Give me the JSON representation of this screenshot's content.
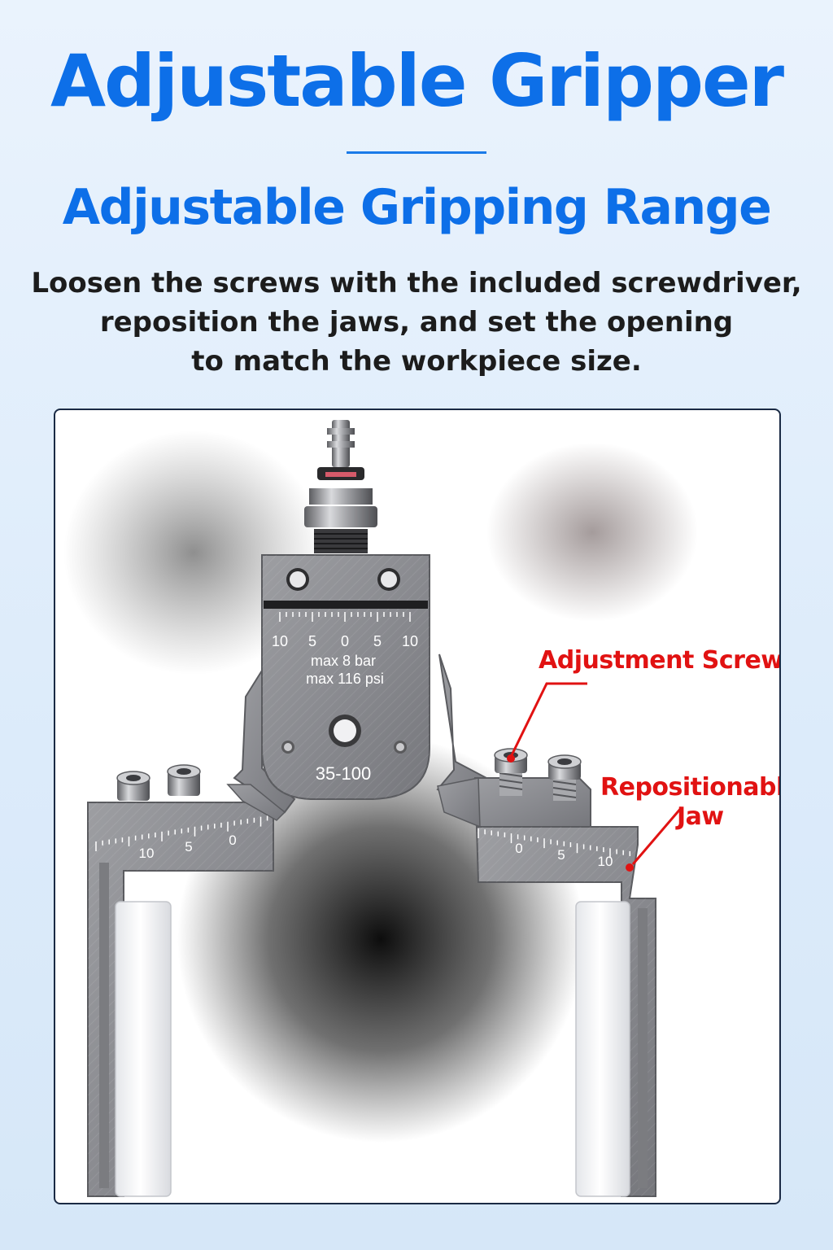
{
  "header": {
    "title": "Adjustable Gripper",
    "subtitle": "Adjustable Gripping Range",
    "description_lines": [
      "Loosen the screws with the included screwdriver,",
      "reposition the jaws, and set the opening",
      "to match the workpiece size."
    ]
  },
  "product": {
    "body_scale_ticks": [
      "10",
      "5",
      "0",
      "5",
      "10"
    ],
    "pressure_max_bar": "max 8 bar",
    "pressure_max_psi": "max 116 psi",
    "model_range": "35-100",
    "left_jaw_ticks": [
      "10",
      "5",
      "0"
    ],
    "right_jaw_ticks": [
      "0",
      "5",
      "10"
    ]
  },
  "callouts": {
    "adjustment_screw": "Adjustment Screw",
    "repositionable_jaw_line1": "Repositionable",
    "repositionable_jaw_line2": "Jaw"
  },
  "colors": {
    "accent_blue": "#0d6fe8",
    "callout_red": "#e11212",
    "text_dark": "#1c1c1c"
  }
}
